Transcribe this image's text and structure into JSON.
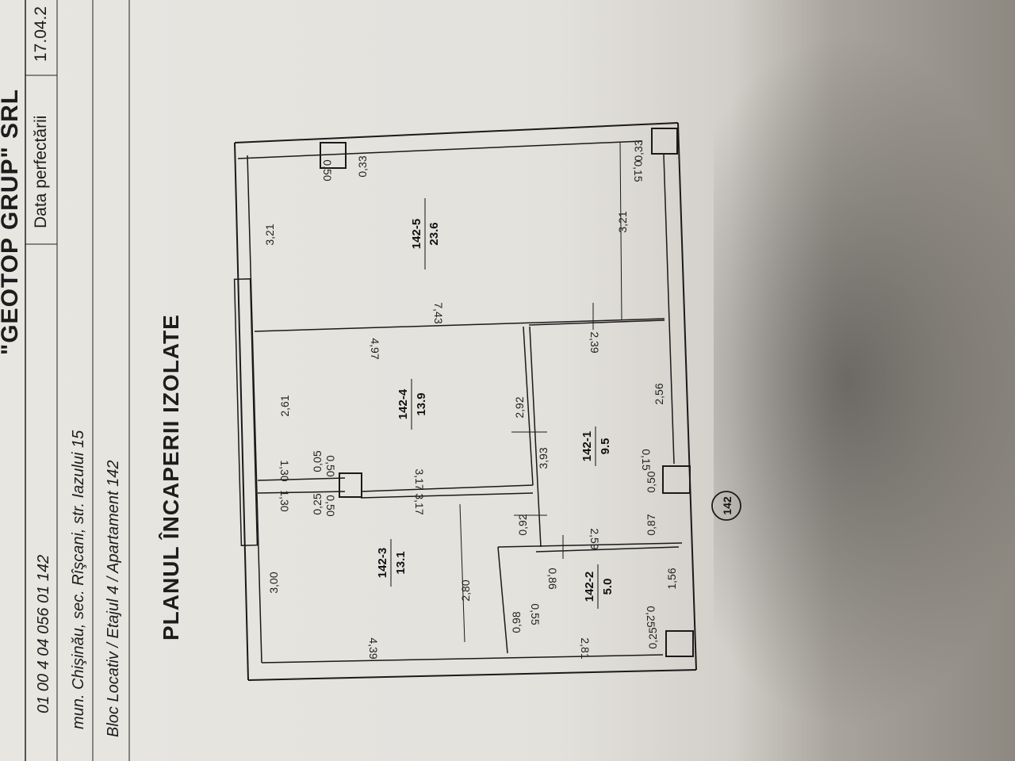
{
  "header": {
    "company": "\"GEOTOP GRUP\" SRL",
    "cadastral_code": "01 00 4 04 056 01 142",
    "address": "mun. Chişinău, sec. Rîşcani, str. Iazului 15",
    "building": "Bloc Locativ / Etajul 4 / Apartament 142",
    "date_label": "Data perfectării",
    "date_value": "17.04.2"
  },
  "plan": {
    "title": "PLANUL ÎNCAPERII IZOLATE",
    "apartment_marker": "142",
    "rooms": [
      {
        "id": "142-5",
        "area": "23.6"
      },
      {
        "id": "142-4",
        "area": "13.9"
      },
      {
        "id": "142-1",
        "area": "9.5"
      },
      {
        "id": "142-3",
        "area": "13.1"
      },
      {
        "id": "142-2",
        "area": "5.0"
      }
    ],
    "dimensions": {
      "d_7_43": "7,43",
      "d_3_21_a": "3,21",
      "d_3_21_b": "3,21",
      "d_0_50_a": "0,50",
      "d_0_33_a": "0,33",
      "d_0_33_b": "0,33",
      "d_0_15_a": "0,15",
      "d_4_97": "4,97",
      "d_2_61": "2,61",
      "d_2_92": "2,92",
      "d_2_39": "2,39",
      "d_2_56": "2,56",
      "d_3_93": "3,93",
      "d_0_15_b": "0,15",
      "d_0_50_b": "0,50",
      "d_1_30_a": "1,30",
      "d_0_05": "0,05",
      "d_0_50_c": "0,50",
      "d_3_17_a": "3,17",
      "d_1_30_b": "1,30",
      "d_0_25_a": "0,25",
      "d_0_50_d": "0,50",
      "d_3_17_b": "3,17",
      "d_0_92": "0,92",
      "d_0_87": "0,87",
      "d_2_59": "2,59",
      "d_3_00": "3,00",
      "d_2_80": "2,80",
      "d_0_86": "0,86",
      "d_1_56": "1,56",
      "d_0_55": "0,55",
      "d_0_98": "0,98",
      "d_0_25_b": "0,25",
      "d_0_25_c": "0,25",
      "d_4_39": "4,39",
      "d_2_81": "2,81"
    }
  }
}
